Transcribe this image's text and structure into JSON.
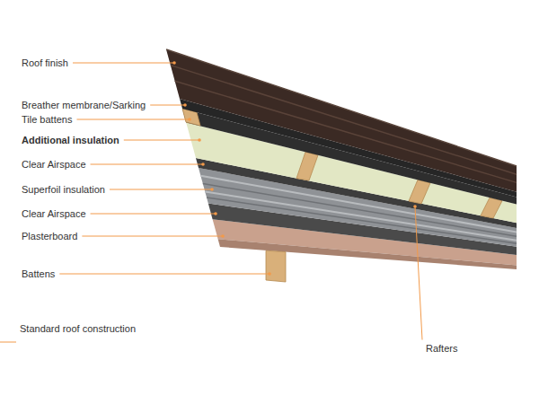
{
  "diagram": {
    "caption": "Standard roof construction",
    "labels": [
      "Roof finish",
      "Breather membrane/Sarking",
      "Tile battens",
      "Additional insulation",
      "Clear Airspace",
      "Superfoil insulation",
      "Clear Airspace",
      "Plasterboard",
      "Battens",
      "Rafters"
    ]
  }
}
